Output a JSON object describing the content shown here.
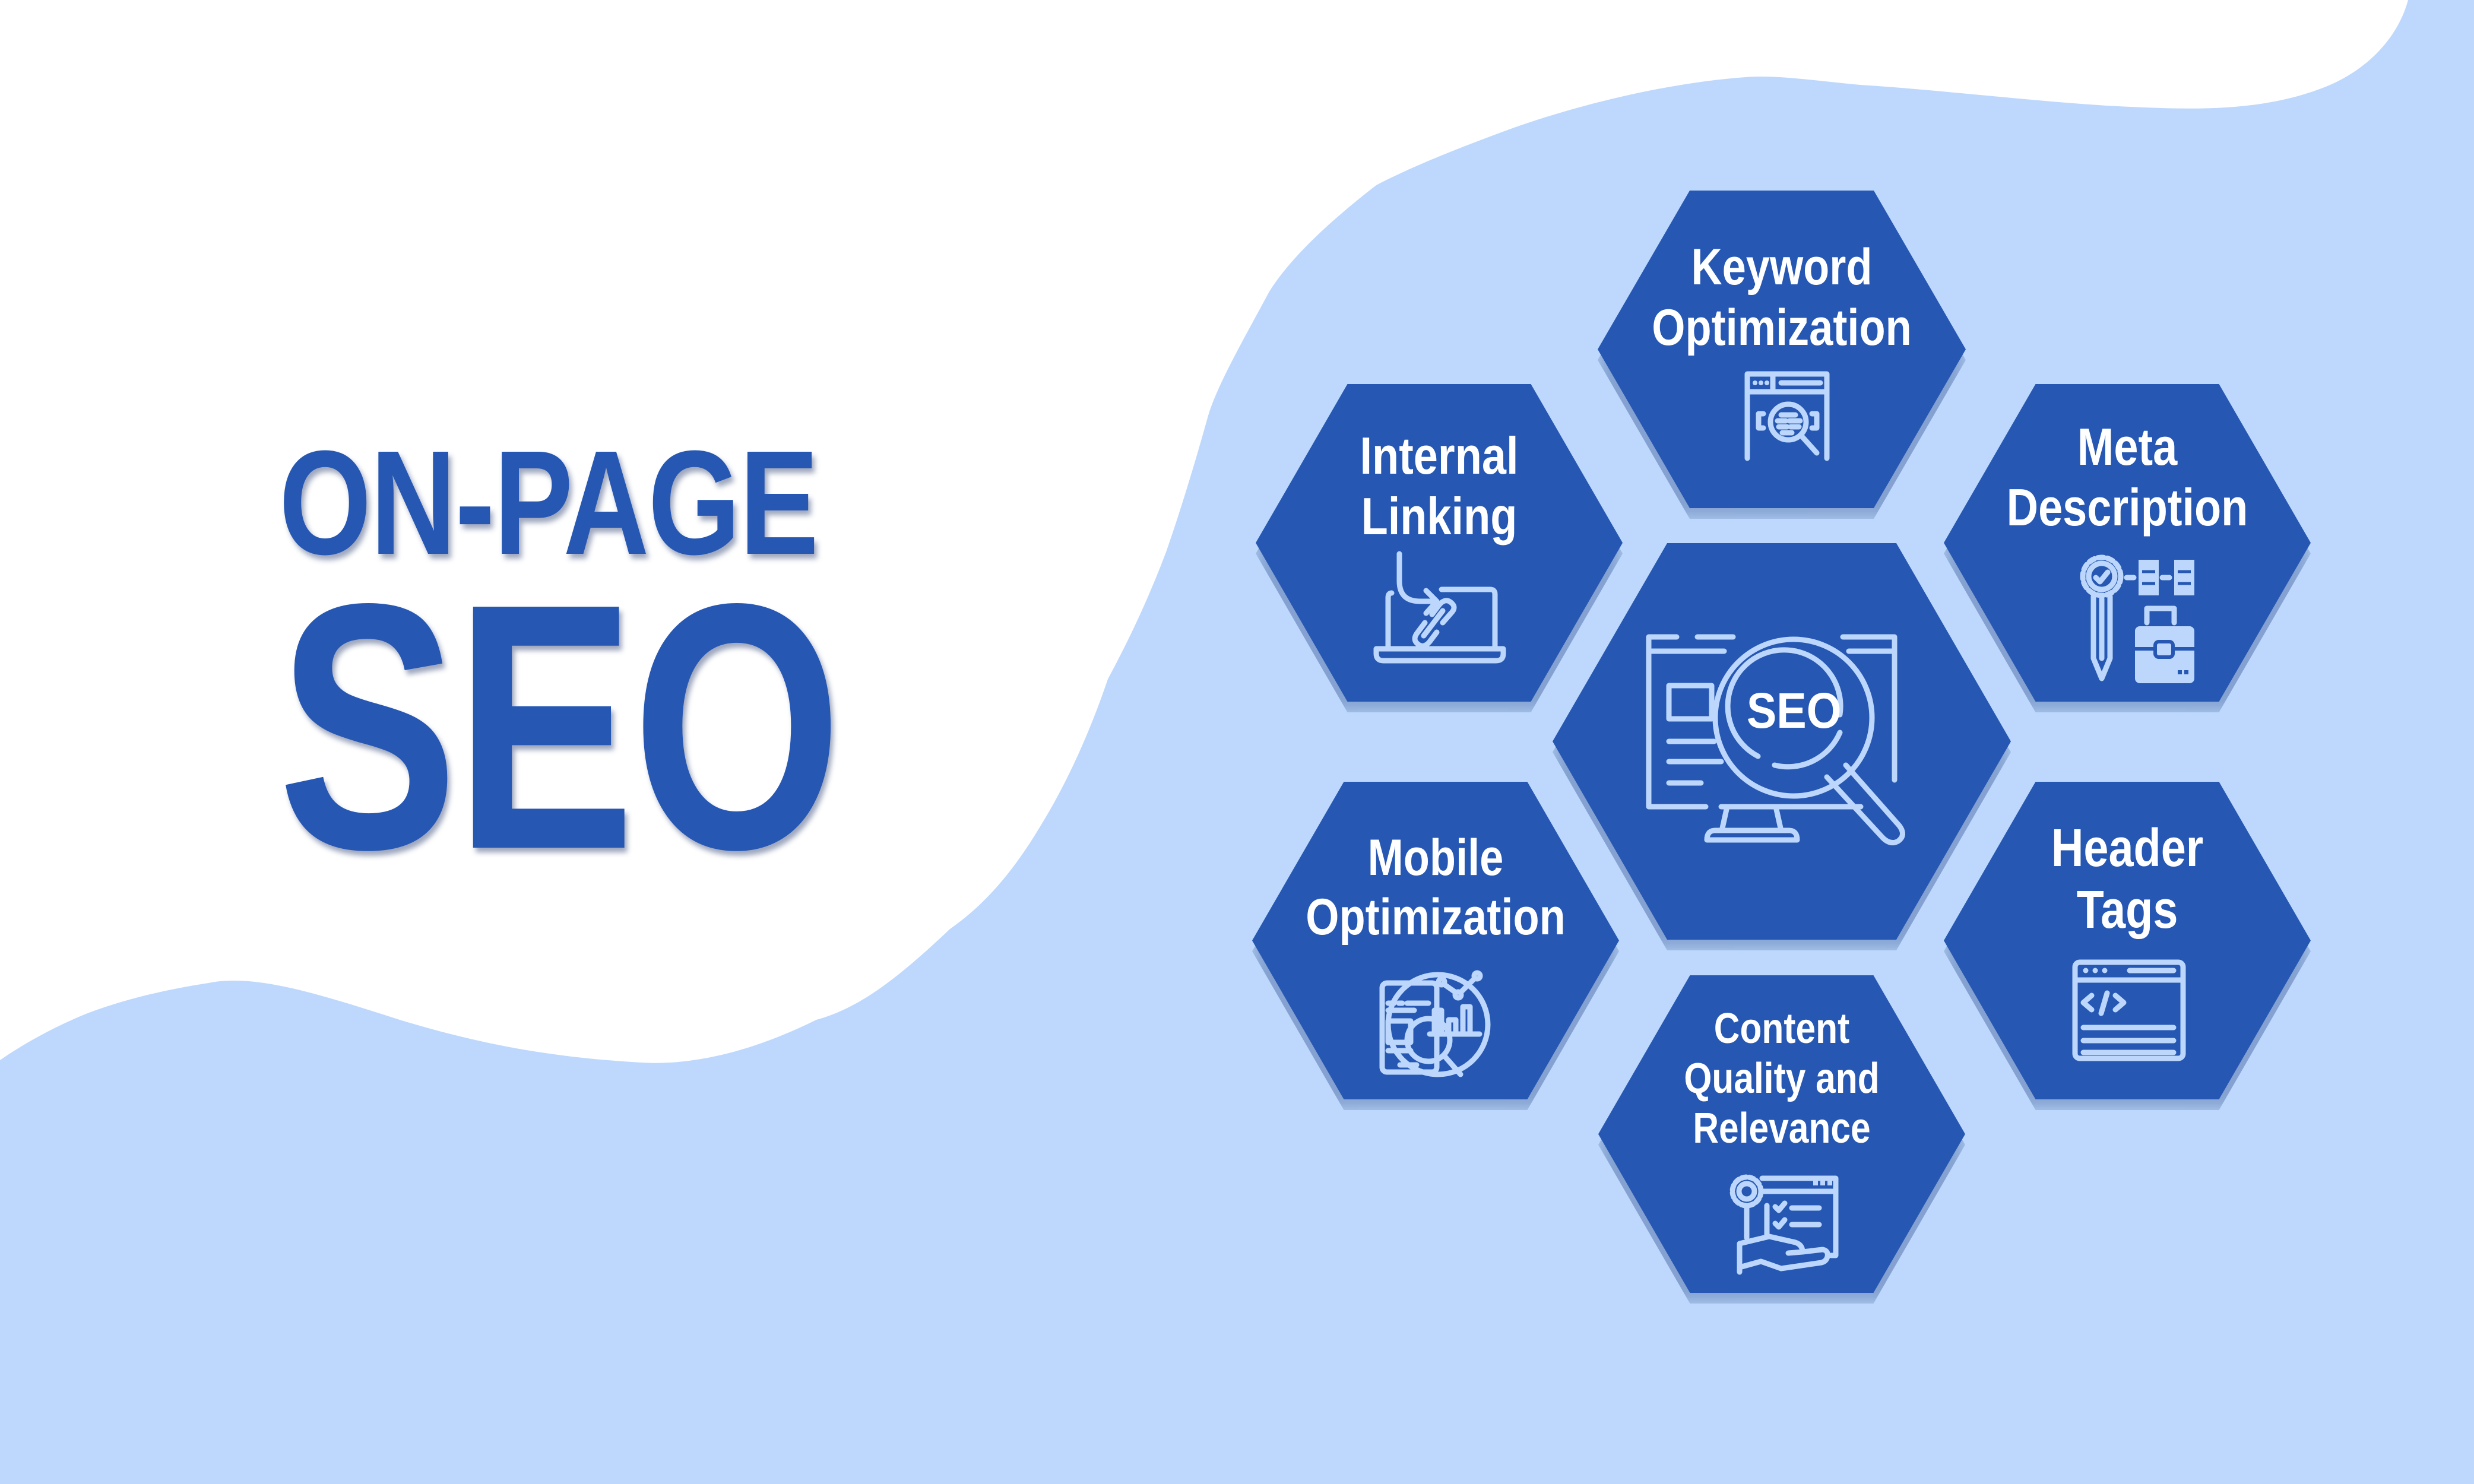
{
  "headline": {
    "line1": "ON-PAGE",
    "line2": "SEO"
  },
  "center": {
    "label": "SEO",
    "icon": "monitor-magnifier-icon"
  },
  "items": [
    {
      "id": "keyword",
      "lines": [
        "Keyword",
        "Optimization"
      ],
      "icon": "browser-search-icon"
    },
    {
      "id": "internal-linking",
      "lines": [
        "Internal",
        "Linking"
      ],
      "icon": "laptop-link-icon"
    },
    {
      "id": "meta-description",
      "lines": [
        "Meta",
        "Description"
      ],
      "icon": "badge-briefcase-icon"
    },
    {
      "id": "mobile",
      "lines": [
        "Mobile",
        "Optimization"
      ],
      "icon": "mobile-analytics-icon"
    },
    {
      "id": "header-tags",
      "lines": [
        "Header",
        "Tags"
      ],
      "icon": "browser-code-icon"
    },
    {
      "id": "content",
      "lines": [
        "Content",
        "Quality and",
        "Relevance"
      ],
      "icon": "hand-gear-checklist-icon"
    }
  ],
  "colors": {
    "primary": "#2557b3",
    "light": "#bdd8fc",
    "icon_stroke": "#bcd7fb",
    "background": "#ffffff",
    "text_on_primary": "#ffffff"
  }
}
